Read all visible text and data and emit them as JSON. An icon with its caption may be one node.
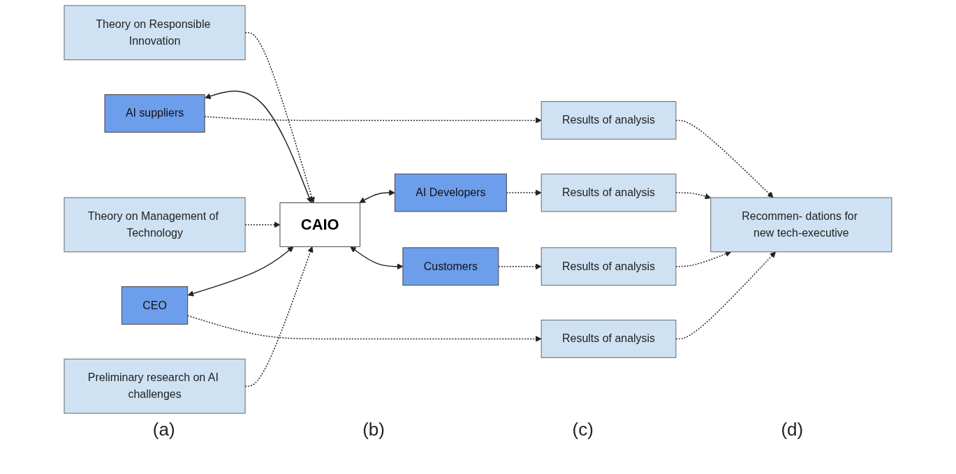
{
  "diagram": {
    "nodes": [
      {
        "text": [
          "Theory on Responsible Innovation"
        ]
      },
      {
        "text": [
          "Theory on Management of Technology"
        ]
      },
      {
        "text": [
          "Preliminary research on AI challenges"
        ]
      },
      {
        "text": [
          "AI suppliers"
        ]
      },
      {
        "text": [
          "CEO"
        ]
      },
      {
        "text": [
          "CAIO"
        ]
      },
      {
        "text": [
          "AI Developers"
        ]
      },
      {
        "text": [
          "Customers"
        ]
      },
      {
        "text": [
          "Results of analysis"
        ]
      },
      {
        "text": [
          "Results of analysis"
        ]
      },
      {
        "text": [
          "Results of analysis"
        ]
      },
      {
        "text": [
          "Results of analysis"
        ]
      },
      {
        "text": [
          "Recommen- dations for new tech-executive"
        ]
      }
    ],
    "edges": [
      {
        "from": 0,
        "to": 5,
        "arrow": "to",
        "style": "dashed"
      },
      {
        "from": 1,
        "to": 5,
        "arrow": "to",
        "style": "dashed"
      },
      {
        "from": 2,
        "to": 5,
        "arrow": "to",
        "style": "dashed"
      },
      {
        "from": 3,
        "to": 5,
        "arrow": "both"
      },
      {
        "from": 4,
        "to": 5,
        "arrow": "both"
      },
      {
        "from": 5,
        "to": 6,
        "arrow": "both"
      },
      {
        "from": 5,
        "to": 7,
        "arrow": "both"
      },
      {
        "from": 3,
        "to": 8,
        "arrow": "to",
        "style": "dashed"
      },
      {
        "from": 4,
        "to": 9,
        "arrow": "to",
        "style": "dashed"
      },
      {
        "from": 6,
        "to": 10,
        "arrow": "to",
        "style": "dashed"
      },
      {
        "from": 7,
        "to": 11,
        "arrow": "to",
        "style": "dashed"
      },
      {
        "from": 8,
        "to": 12,
        "arrow": "to",
        "style": "dashed"
      },
      {
        "from": 9,
        "to": 12,
        "arrow": "to",
        "style": "dashed"
      },
      {
        "from": 10,
        "to": 12,
        "arrow": "to",
        "style": "dashed"
      },
      {
        "from": 11,
        "to": 12,
        "arrow": "to",
        "style": "dashed"
      }
    ],
    "labels": [
      "(a)",
      "(b)",
      "(c)",
      "(d)"
    ]
  }
}
